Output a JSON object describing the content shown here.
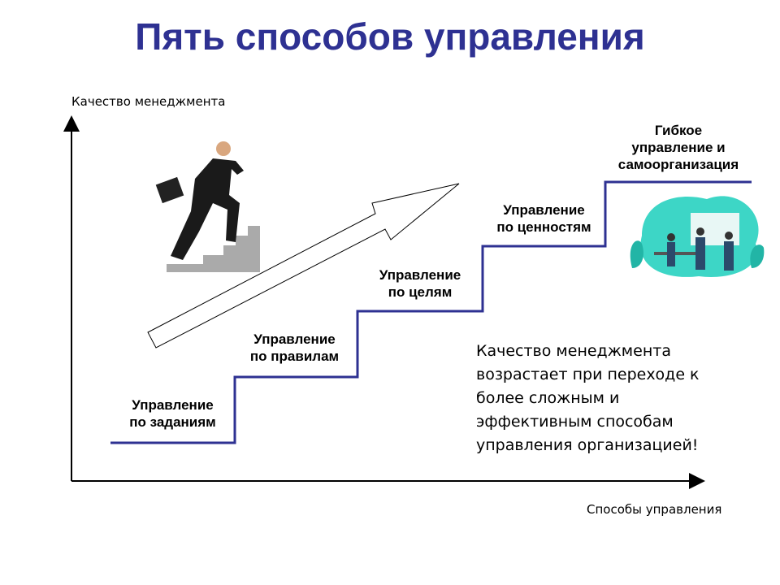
{
  "title": "Пять способов управления",
  "y_axis_label": "Качество менеджмента",
  "x_axis_label": "Способы управления",
  "steps": [
    {
      "line1": "Управление",
      "line2": "по заданиям"
    },
    {
      "line1": "Управление",
      "line2": "по правилам"
    },
    {
      "line1": "Управление",
      "line2": "по целям"
    },
    {
      "line1": "Управление",
      "line2": "по ценностям"
    },
    {
      "line1": "Гибкое",
      "line2": "управление и",
      "line3": "самоорганизация"
    }
  ],
  "note": [
    "Качество менеджмента",
    "возрастает при переходе к",
    "более сложным и",
    "эффективным способам",
    "управления организацией!"
  ],
  "colors": {
    "title": "#2e3192",
    "step_line": "#2e3192",
    "teal": "#3dd6c6"
  }
}
